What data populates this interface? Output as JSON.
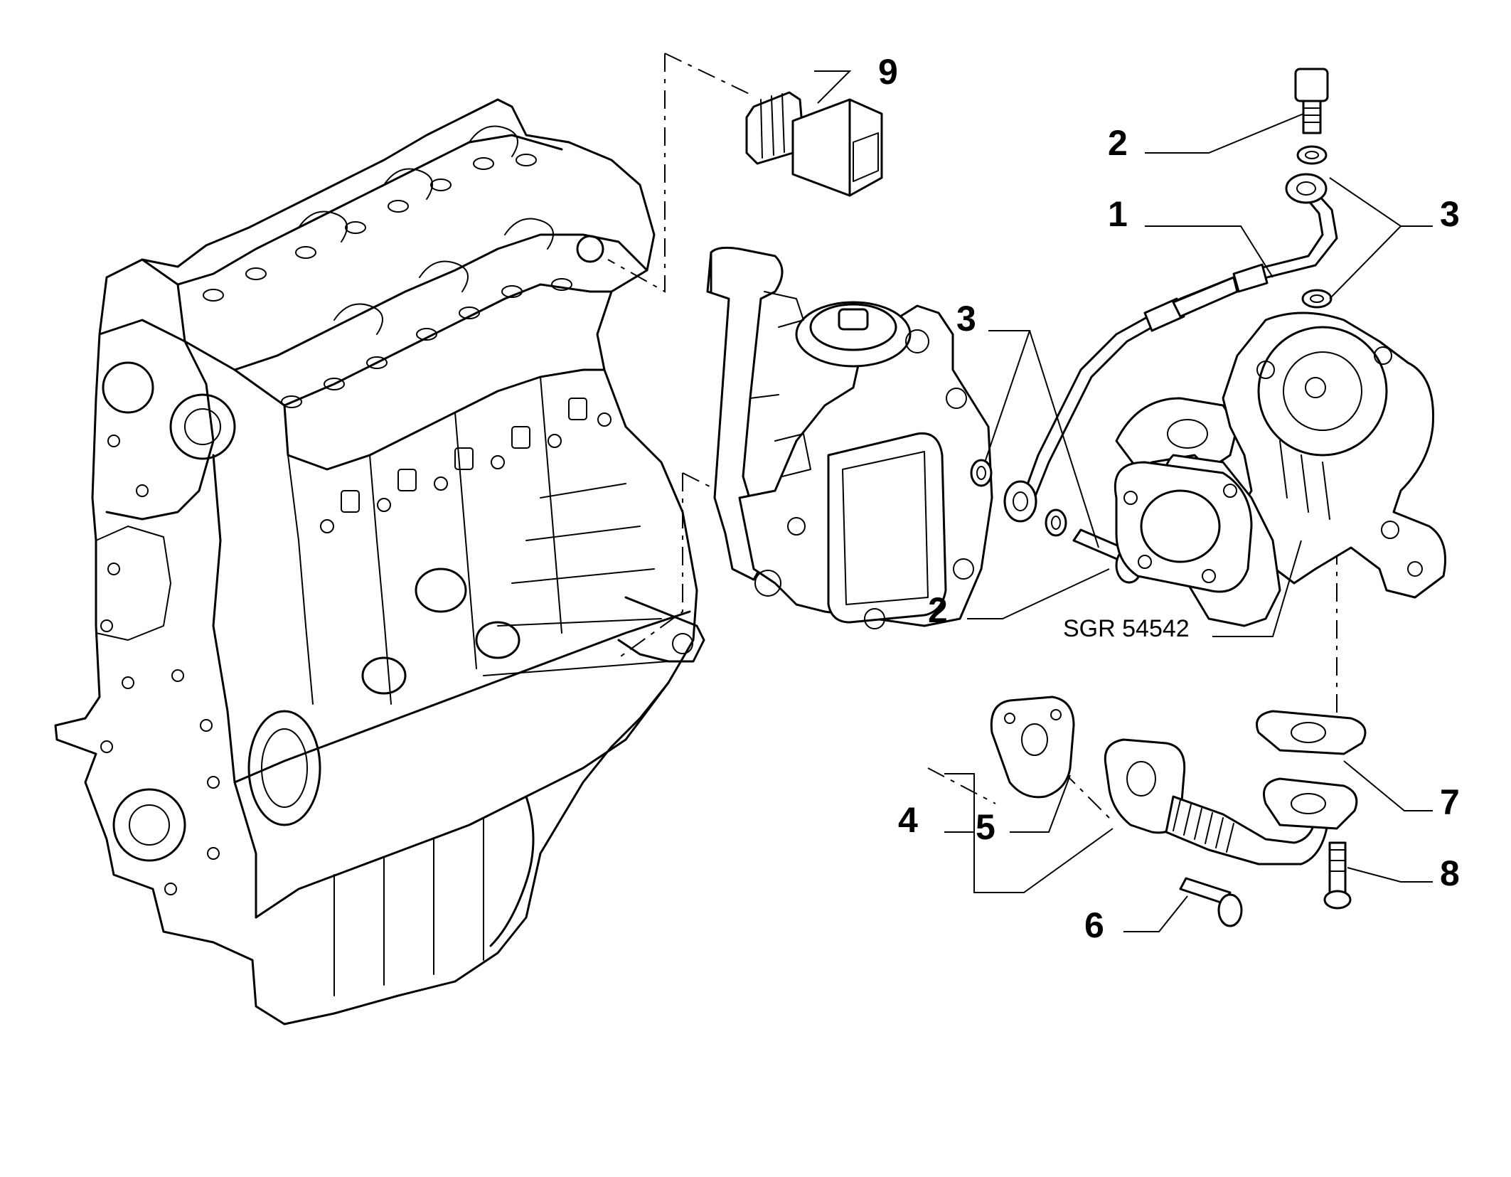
{
  "diagram": {
    "callouts": {
      "c1": "1",
      "c2a": "2",
      "c2b": "2",
      "c3a": "3",
      "c3b": "3",
      "c4": "4",
      "c5": "5",
      "c6": "6",
      "c7": "7",
      "c8": "8",
      "c9": "9"
    },
    "drawing_code": "SGR 54542"
  }
}
